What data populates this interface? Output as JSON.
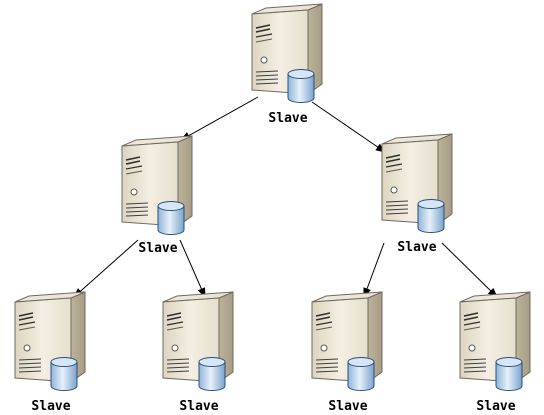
{
  "diagram": {
    "nodes": [
      {
        "id": "root",
        "label": "Slave"
      },
      {
        "id": "mid-left",
        "label": "Slave"
      },
      {
        "id": "mid-right",
        "label": "Slave"
      },
      {
        "id": "leaf-1",
        "label": "Slave"
      },
      {
        "id": "leaf-2",
        "label": "Slave"
      },
      {
        "id": "leaf-3",
        "label": "Slave"
      },
      {
        "id": "leaf-4",
        "label": "Slave"
      }
    ],
    "edges": [
      {
        "from": "root",
        "to": "mid-left"
      },
      {
        "from": "root",
        "to": "mid-right"
      },
      {
        "from": "mid-left",
        "to": "leaf-1"
      },
      {
        "from": "mid-left",
        "to": "leaf-2"
      },
      {
        "from": "mid-right",
        "to": "leaf-3"
      },
      {
        "from": "mid-right",
        "to": "leaf-4"
      }
    ],
    "icons": {
      "server": "server-tower-icon",
      "database": "database-cylinder-icon"
    }
  }
}
